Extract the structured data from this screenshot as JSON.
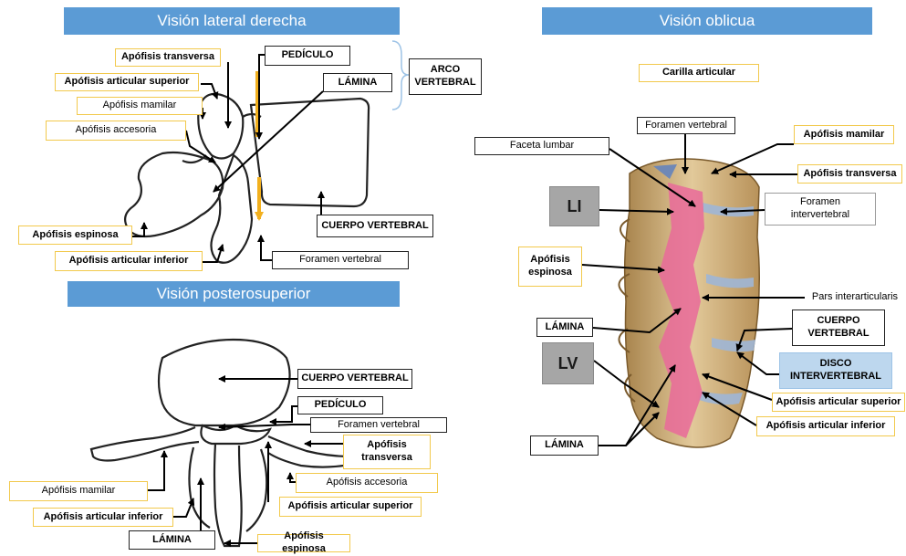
{
  "lateral": {
    "title": "Visión lateral derecha",
    "labels": {
      "transversa": "Apófisis transversa",
      "art_sup": "Apófisis articular superior",
      "mamilar": "Apófisis mamilar",
      "accesoria": "Apófisis accesoria",
      "espinosa": "Apófisis espinosa",
      "art_inf": "Apófisis articular inferior",
      "pediculo": "PEDÍCULO",
      "lamina": "LÁMINA",
      "arco": "ARCO\nVERTEBRAL",
      "cuerpo": "CUERPO VERTEBRAL",
      "foramen": "Foramen vertebral"
    }
  },
  "posterosuperior": {
    "title": "Visión posterosuperior",
    "labels": {
      "cuerpo": "CUERPO VERTEBRAL",
      "pediculo": "PEDÍCULO",
      "foramen": "Foramen vertebral",
      "transversa": "Apófisis\ntransversa",
      "accesoria": "Apófisis accesoria",
      "art_sup": "Apófisis articular superior",
      "mamilar": "Apófisis mamilar",
      "art_inf": "Apófisis articular inferior",
      "lamina": "LÁMINA",
      "espinosa": "Apófisis espinosa"
    }
  },
  "oblicua": {
    "title": "Visión oblicua",
    "labels": {
      "carilla": "Carilla articular",
      "foramen_vertebral": "Foramen vertebral",
      "faceta": "Faceta lumbar",
      "mamilar": "Apófisis mamilar",
      "transversa": "Apófisis transversa",
      "li": "LI",
      "foramen_inter": "Foramen\nintervertebral",
      "espinosa": "Apófisis\nespinosa",
      "pars": "Pars interarticularis",
      "lamina1": "LÁMINA",
      "cuerpo": "CUERPO\nVERTEBRAL",
      "lv": "LV",
      "disco": "DISCO\nINTERVERTEBRAL",
      "art_sup": "Apófisis articular superior",
      "art_inf": "Apófisis articular inferior",
      "lamina2": "LÁMINA"
    }
  },
  "colors": {
    "header": "#5b9bd5",
    "label_border": "#f2c94c",
    "pedicle_arrow": "#f2b01e",
    "pink": "#e96a9a",
    "bone": "#c9a66b",
    "disc": "#9fb6d6"
  }
}
